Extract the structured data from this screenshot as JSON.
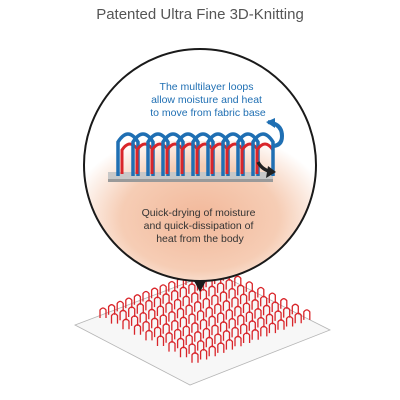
{
  "title": "Patented Ultra Fine 3D-Knitting",
  "callout_top": {
    "lines": [
      "The multilayer loops",
      "allow moisture and heat",
      "to move from fabric base"
    ]
  },
  "callout_bottom": {
    "lines": [
      "Quick-drying of moisture",
      "and quick-dissipation of",
      "heat from the body"
    ]
  },
  "colors": {
    "title_text": "#555555",
    "loop_blue": "#1f6fb3",
    "loop_red": "#d9252a",
    "skin_gradient_center": "#f2b89a",
    "skin_gradient_edge": "#ffffff",
    "callout_top_text": "#1f6fb3",
    "callout_bottom_text": "#333333",
    "circle_stroke": "#1a1a1a",
    "arrow_dark": "#222222"
  },
  "icons": [
    "upward-curved-arrow-icon",
    "downward-curved-arrow-icon"
  ]
}
